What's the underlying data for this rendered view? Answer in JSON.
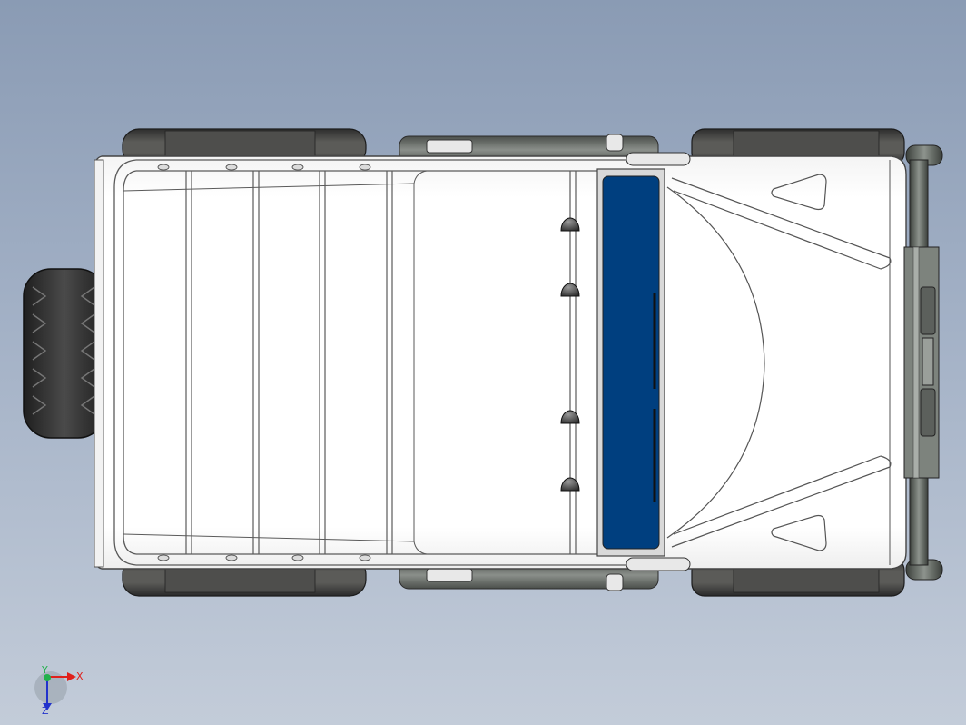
{
  "viewport": {
    "background_top": "#8a9bb4",
    "background_bottom": "#c3ccd9",
    "model": {
      "body_color": "#ffffff",
      "edge_color": "#555555",
      "tire_color": "#3a3a3a",
      "windshield_color": "#003f7f",
      "frame_color": "#6e746e"
    }
  },
  "triad": {
    "x_label": "X",
    "y_label": "Y",
    "z_label": "Z",
    "x_color": "#e0201b",
    "y_color": "#22b14c",
    "z_color": "#2233cc"
  }
}
